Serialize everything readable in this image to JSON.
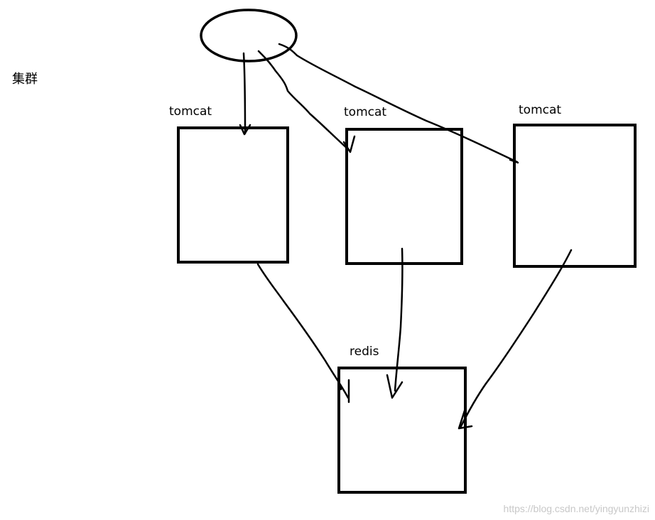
{
  "cluster_label": "集群",
  "nodes": {
    "client": {
      "label": ""
    },
    "tomcat_1": {
      "label": "tomcat"
    },
    "tomcat_2": {
      "label": "tomcat"
    },
    "tomcat_3": {
      "label": "tomcat"
    },
    "redis": {
      "label": "redis"
    }
  },
  "edges": [
    {
      "from": "client",
      "to": "tomcat_1"
    },
    {
      "from": "client",
      "to": "tomcat_2"
    },
    {
      "from": "client",
      "to": "tomcat_3"
    },
    {
      "from": "tomcat_1",
      "to": "redis"
    },
    {
      "from": "tomcat_2",
      "to": "redis"
    },
    {
      "from": "tomcat_3",
      "to": "redis"
    }
  ],
  "watermark": "https://blog.csdn.net/yingyunzhizi"
}
